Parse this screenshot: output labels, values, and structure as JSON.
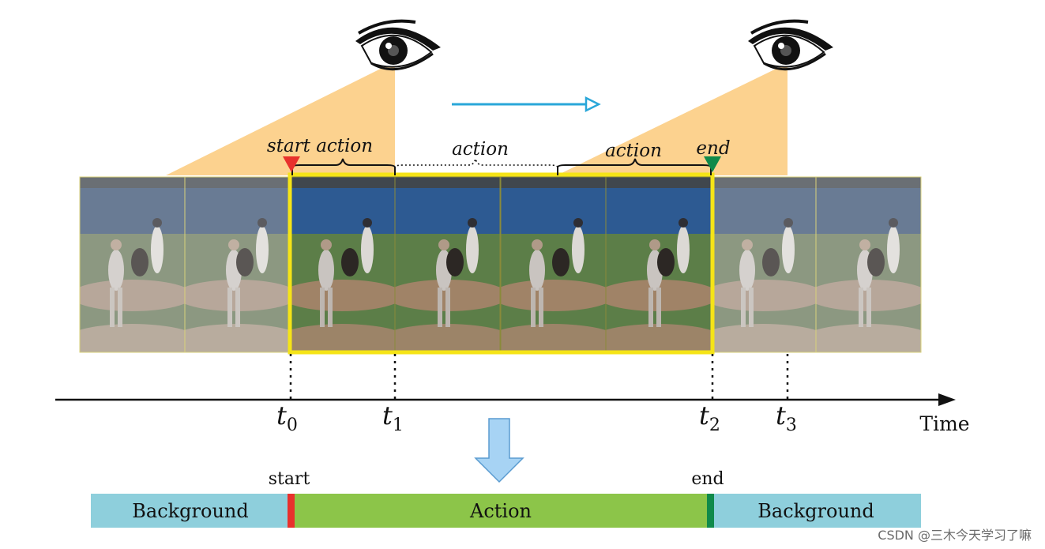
{
  "labels": {
    "start_action": "start action",
    "action_1": "action",
    "action_2": "action",
    "end": "end",
    "time": "Time",
    "start": "start",
    "end_lower": "end"
  },
  "ticks": [
    {
      "base": "t",
      "sub": "0"
    },
    {
      "base": "t",
      "sub": "1"
    },
    {
      "base": "t",
      "sub": "2"
    },
    {
      "base": "t",
      "sub": "3"
    }
  ],
  "segments": {
    "background_left": "Background",
    "action": "Action",
    "background_right": "Background"
  },
  "watermark": "CSDN @三木今天学习了嘛",
  "colors": {
    "cone": "#fcd28f",
    "highlight_frame": "#f5e417",
    "start_marker": "#e8312c",
    "end_marker": "#0f8a4a",
    "arrow_blue": "#2aa7d9",
    "down_arrow_fill": "#a7d3f4",
    "background_seg": "#8ecfdc",
    "action_seg": "#8cc549"
  },
  "icons": [
    "eye-icon",
    "arrow-right-icon",
    "arrow-down-icon"
  ]
}
